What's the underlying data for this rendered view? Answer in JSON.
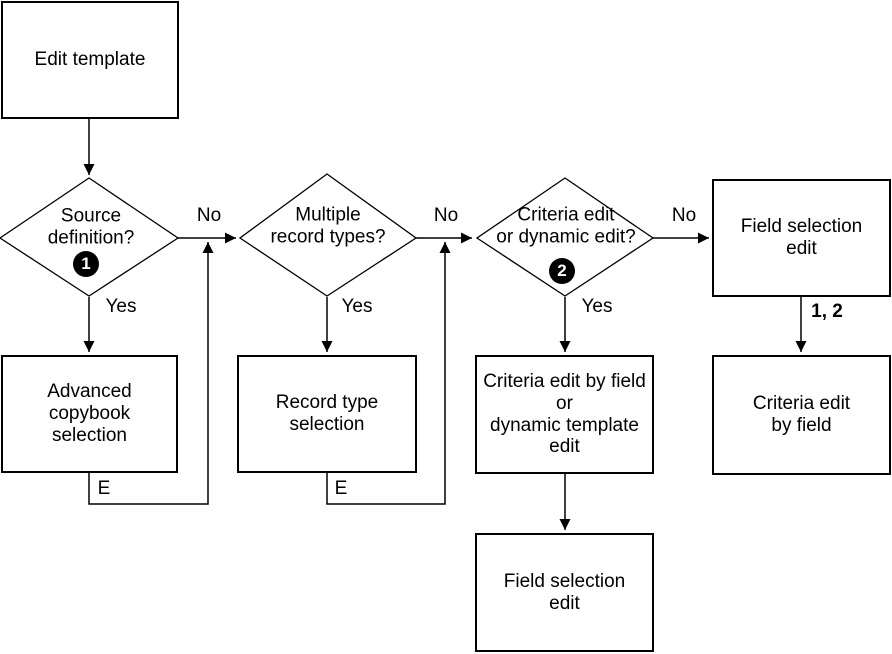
{
  "diagram": {
    "background_color": "#ffffff",
    "line_color": "#000000",
    "badge_bg_color": "#000000",
    "badge_text_color": "#ffffff",
    "nodes": {
      "edit_template": {
        "type": "process",
        "label": "Edit template"
      },
      "source_definition": {
        "type": "decision",
        "label": "Source\ndefinition?",
        "badge": "1"
      },
      "multiple_record_types": {
        "type": "decision",
        "label": "Multiple\nrecord types?"
      },
      "criteria_or_dynamic_edit": {
        "type": "decision",
        "label": "Criteria edit\nor dynamic edit?",
        "badge": "2"
      },
      "field_selection_edit_top": {
        "type": "process",
        "label": "Field selection\nedit"
      },
      "advanced_copybook_selection": {
        "type": "process",
        "label": "Advanced\ncopybook\nselection"
      },
      "record_type_selection": {
        "type": "process",
        "label": "Record type\nselection"
      },
      "criteria_edit_by_field_or_dynamic_template_edit": {
        "type": "process",
        "label": "Criteria edit by field\nor\ndynamic template\nedit"
      },
      "criteria_edit_by_field": {
        "type": "process",
        "label": "Criteria edit\nby field"
      },
      "field_selection_edit_bottom": {
        "type": "process",
        "label": "Field selection\nedit"
      }
    },
    "edge_labels": {
      "no_1": "No",
      "no_2": "No",
      "no_3": "No",
      "yes_1": "Yes",
      "yes_2": "Yes",
      "yes_3": "Yes",
      "e_1": "E",
      "e_2": "E",
      "one_two": "1, 2"
    }
  }
}
